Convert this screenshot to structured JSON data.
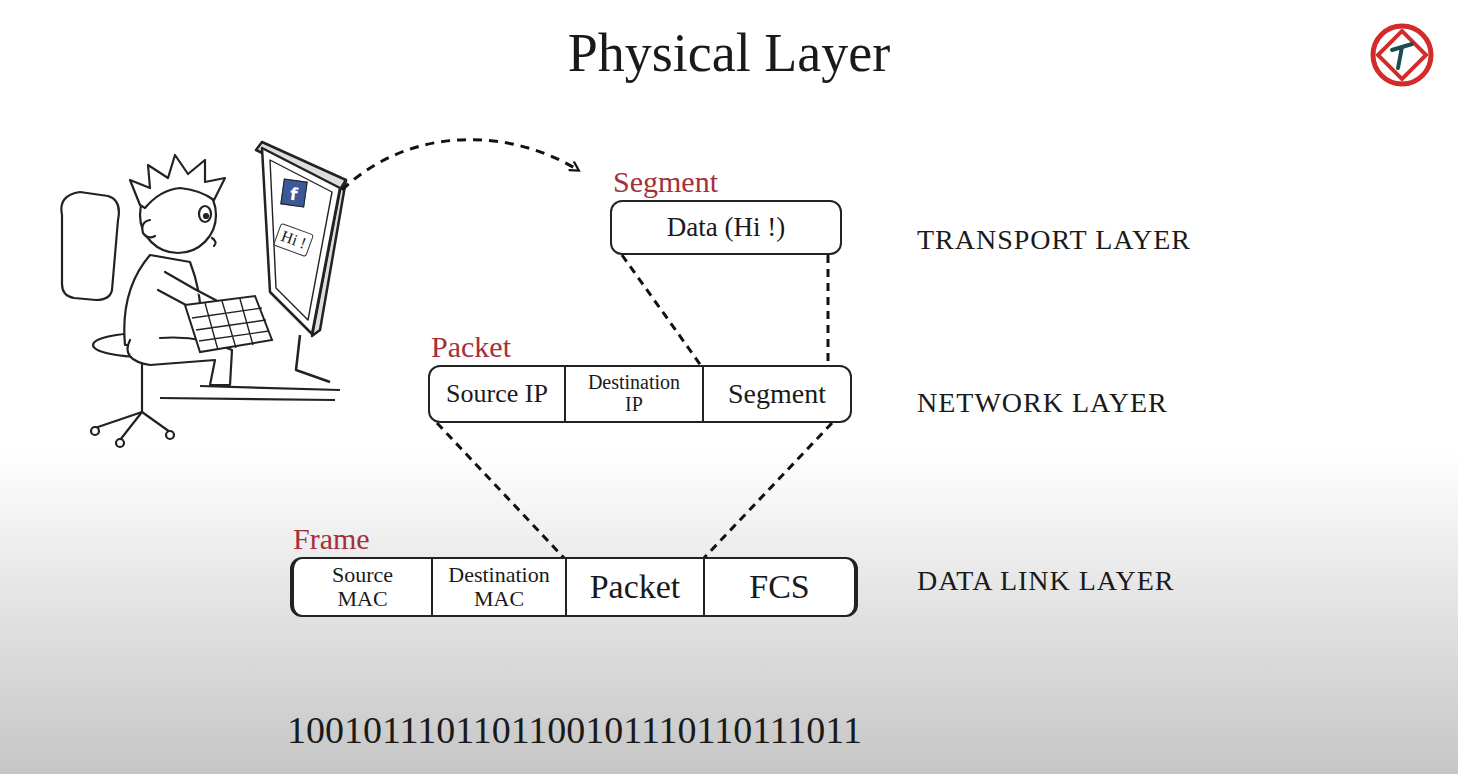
{
  "diagram": {
    "title": "Physical Layer",
    "nodes": [
      {
        "text": [
          "Segment",
          "Data (Hi !)"
        ]
      },
      {
        "text": [
          "Packet"
        ]
      },
      {
        "text": [
          "Source IP"
        ],
        "in": 1
      },
      {
        "text": [
          "Destination IP"
        ],
        "in": 1
      },
      {
        "text": [
          "Segment"
        ],
        "in": 1
      },
      {
        "text": [
          "Frame"
        ]
      },
      {
        "text": [
          "Source MAC"
        ],
        "in": 5
      },
      {
        "text": [
          "Destination MAC"
        ],
        "in": 5
      },
      {
        "text": [
          "Packet"
        ],
        "in": 5
      },
      {
        "text": [
          "FCS"
        ],
        "in": 5
      }
    ],
    "edges": [
      {
        "from": 0,
        "to": 4,
        "arrow": "none"
      },
      {
        "from": 0,
        "to": 4,
        "arrow": "none"
      },
      {
        "from": 1,
        "to": 8,
        "arrow": "none"
      },
      {
        "from": 1,
        "to": 8,
        "arrow": "none"
      }
    ],
    "labels": [
      "f",
      "Hi !",
      "TRANSPORT LAYER",
      "NETWORK LAYER",
      "DATA LINK LAYER",
      "1001011101101100101110110111011"
    ]
  }
}
